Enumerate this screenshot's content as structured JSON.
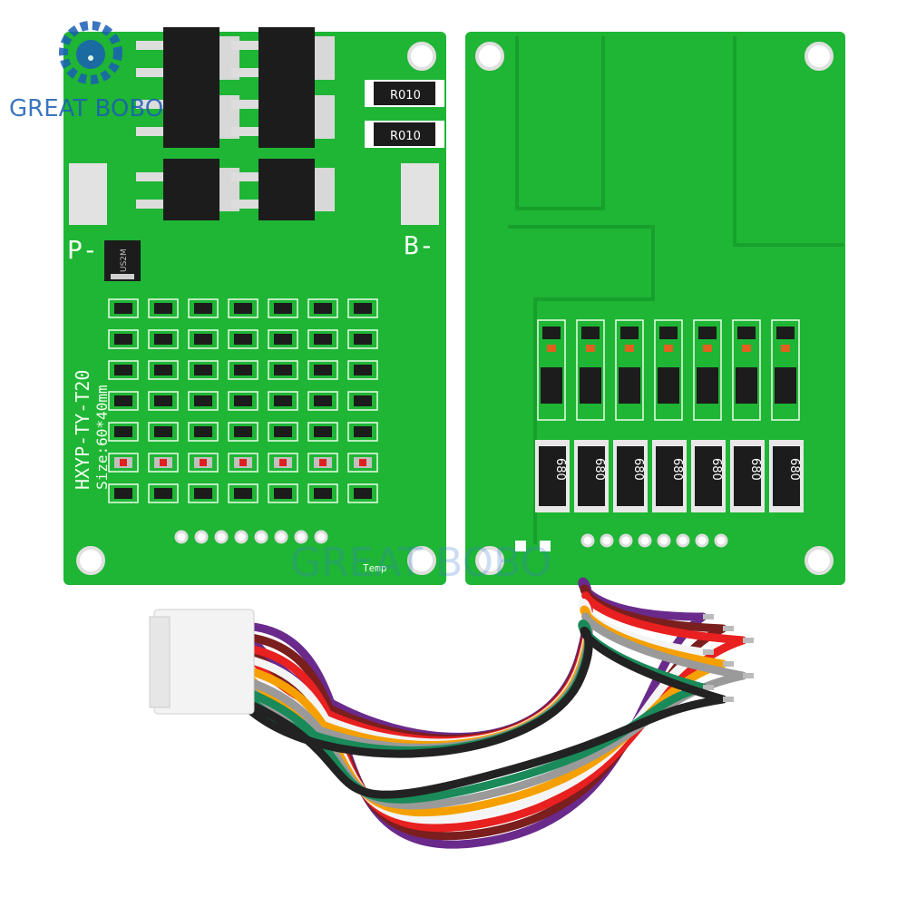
{
  "logo": {
    "text": "GREAT BOBO",
    "color": "#1a5fb4"
  },
  "watermark": {
    "text": "GREAT BOBO"
  },
  "board_front": {
    "shunt_labels": [
      "R010",
      "R010"
    ],
    "pad_left": "P-",
    "pad_right": "B-",
    "model": "HXYP-TY-T20",
    "size": "Size:60*40mm",
    "temp": "Temp",
    "diode_mark": "US2M"
  },
  "board_back": {
    "resistor_labels": [
      "680",
      "680",
      "680",
      "680",
      "680",
      "680",
      "680"
    ]
  },
  "cable": {
    "wire_colors": [
      "#6a2a8c",
      "#7a1e1e",
      "#e82020",
      "#f4f4f4",
      "#f5a000",
      "#9a9a9a",
      "#1a8a5a",
      "#222222"
    ]
  },
  "colors": {
    "pcb": "#1fb535",
    "pcb_dark": "#149a28",
    "pad": "#d8d8d8",
    "chip": "#1c1c1c"
  }
}
